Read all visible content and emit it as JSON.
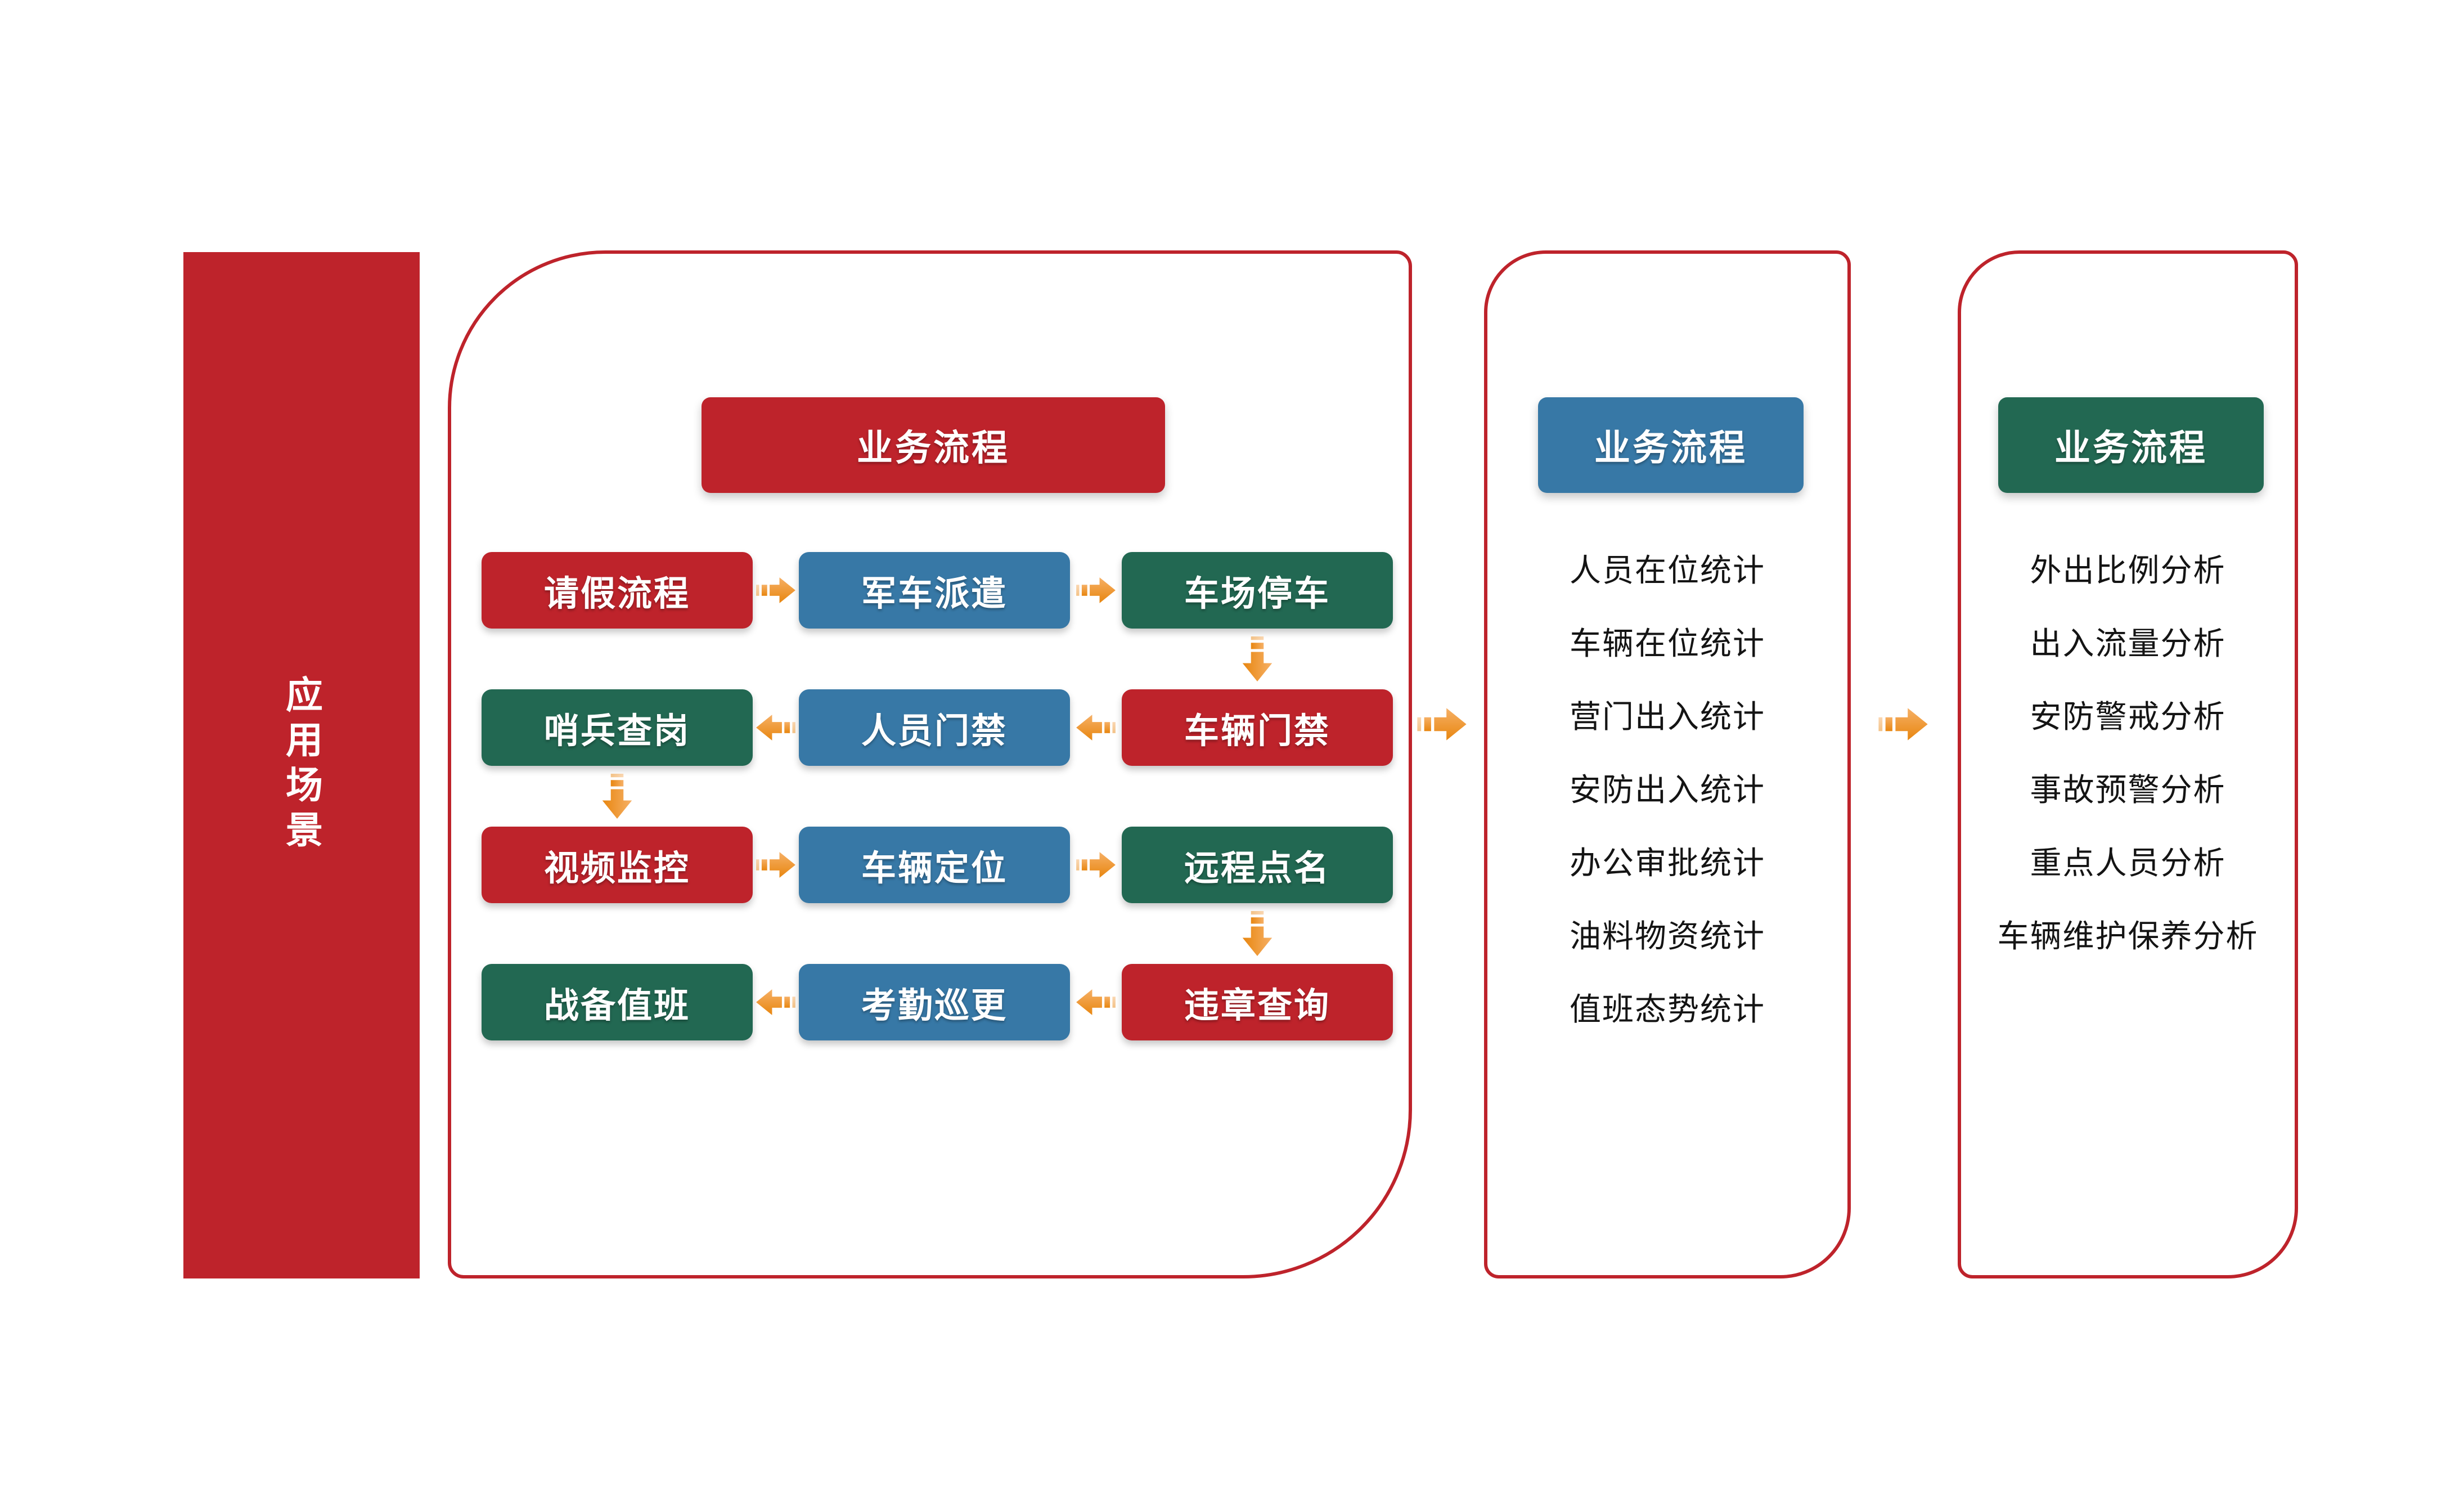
{
  "palette": {
    "red": "#BE232B",
    "blue": "#3778A6",
    "green": "#226852",
    "orange_arrow": "#EE963A",
    "item_text": "#141414",
    "panel_border": "#BE232B"
  },
  "sidebar": {
    "label": "应用场景"
  },
  "panel1": {
    "title": "业务流程",
    "rows": [
      {
        "arrow_dir": "right",
        "boxes": [
          {
            "label": "请假流程",
            "color": "red"
          },
          {
            "label": "军车派遣",
            "color": "blue"
          },
          {
            "label": "车场停车",
            "color": "green"
          }
        ]
      },
      {
        "arrow_dir": "left",
        "boxes": [
          {
            "label": "哨兵查岗",
            "color": "green"
          },
          {
            "label": "人员门禁",
            "color": "blue"
          },
          {
            "label": "车辆门禁",
            "color": "red"
          }
        ]
      },
      {
        "arrow_dir": "right",
        "boxes": [
          {
            "label": "视频监控",
            "color": "red"
          },
          {
            "label": "车辆定位",
            "color": "blue"
          },
          {
            "label": "远程点名",
            "color": "green"
          }
        ]
      },
      {
        "arrow_dir": "left",
        "boxes": [
          {
            "label": "战备值班",
            "color": "green"
          },
          {
            "label": "考勤巡更",
            "color": "blue"
          },
          {
            "label": "违章查询",
            "color": "red"
          }
        ]
      }
    ]
  },
  "panel2": {
    "title": "业务流程",
    "items": [
      "人员在位统计",
      "车辆在位统计",
      "营门出入统计",
      "安防出入统计",
      "办公审批统计",
      "油料物资统计",
      "值班态势统计"
    ]
  },
  "panel3": {
    "title": "业务流程",
    "items": [
      "外出比例分析",
      "出入流量分析",
      "安防警戒分析",
      "事故预警分析",
      "重点人员分析",
      "车辆维护保养分析"
    ]
  }
}
